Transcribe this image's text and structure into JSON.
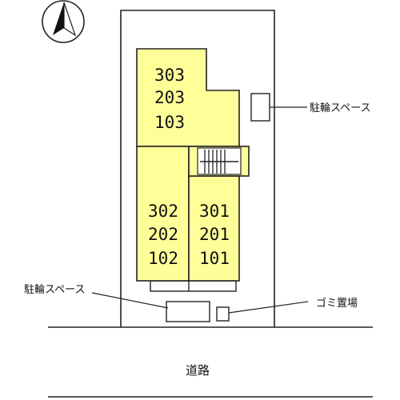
{
  "compass": {
    "icon": "north-arrow-icon"
  },
  "units": {
    "block_top": [
      "303",
      "203",
      "103"
    ],
    "block_left": [
      "302",
      "202",
      "102"
    ],
    "block_right": [
      "301",
      "201",
      "101"
    ]
  },
  "labels": {
    "bicycle_space_right": "駐輪スペース",
    "bicycle_space_left": "駐輪スペース",
    "garbage_area": "ゴミ置場",
    "road": "道路"
  },
  "colors": {
    "building_fill": "#ffff99",
    "outline": "#222222"
  }
}
